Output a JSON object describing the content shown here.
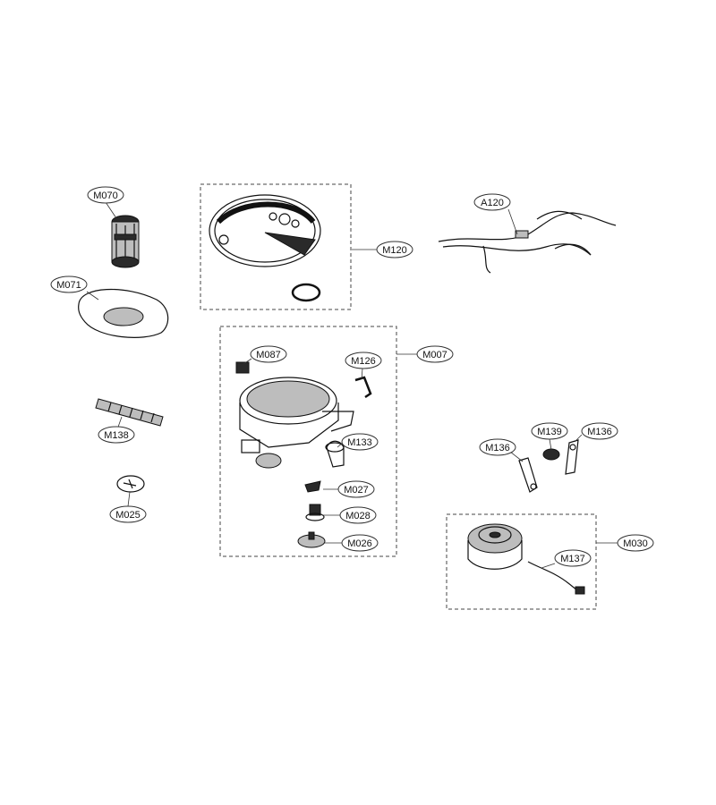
{
  "diagram": {
    "labels": {
      "M070": "M070",
      "M071": "M071",
      "M138": "M138",
      "M025": "M025",
      "M120": "M120",
      "A120": "A120",
      "M087": "M087",
      "M126": "M126",
      "M007": "M007",
      "M133": "M133",
      "M027": "M027",
      "M028": "M028",
      "M026": "M026",
      "M136a": "M136",
      "M139": "M139",
      "M136b": "M136",
      "M030": "M030",
      "M137": "M137"
    }
  }
}
